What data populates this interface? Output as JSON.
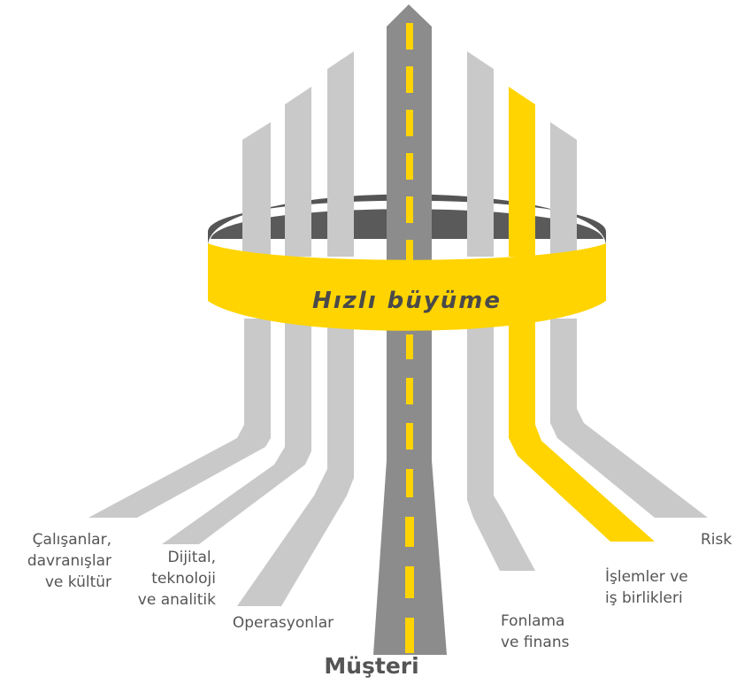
{
  "band": {
    "text": "Hızlı büyüme"
  },
  "center": {
    "label": "Müşteri"
  },
  "pillars": [
    {
      "id": "calisanlar",
      "lines": [
        "Çalışanlar,",
        "davranışlar",
        "ve kültür"
      ]
    },
    {
      "id": "dijital",
      "lines": [
        "Dijital,",
        "teknoloji",
        "ve analitik"
      ]
    },
    {
      "id": "operasyonlar",
      "lines": [
        "Operasyonlar"
      ]
    },
    {
      "id": "fonlama",
      "lines": [
        "Fonlama",
        "ve finans"
      ]
    },
    {
      "id": "islemler",
      "lines": [
        "İşlemler ve",
        "iş birlikleri"
      ]
    },
    {
      "id": "risk",
      "lines": [
        "Risk"
      ]
    }
  ],
  "colors": {
    "yellow": "#ffd400",
    "light_gray": "#c9c9c9",
    "mid_gray": "#8c8c8c",
    "dark_gray": "#5a5a5a",
    "label_gray": "#555555"
  }
}
